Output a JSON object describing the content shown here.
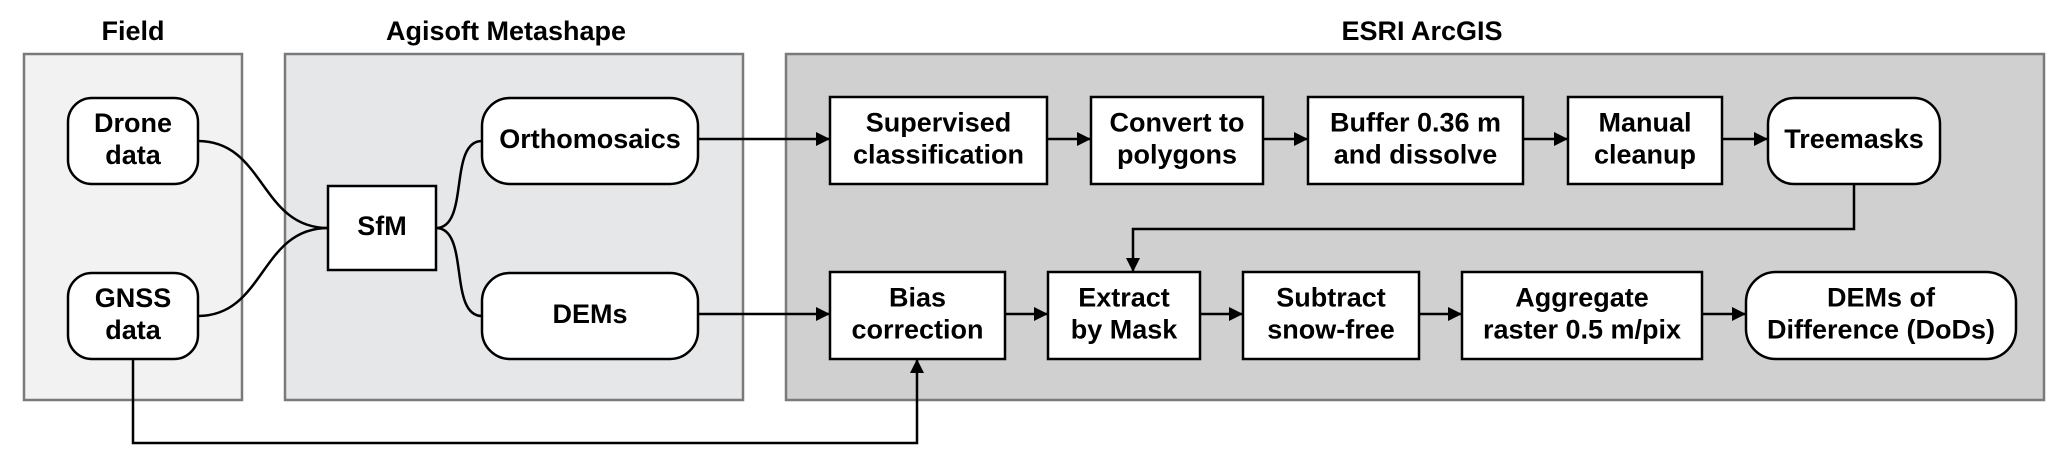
{
  "groups": [
    {
      "id": "field",
      "title": "Field",
      "fill": "#f2f2f2"
    },
    {
      "id": "metashape",
      "title": "Agisoft Metashape",
      "fill": "#e6e7e8"
    },
    {
      "id": "arcgis",
      "title": "ESRI ArcGIS",
      "fill": "#d0d0d0"
    }
  ],
  "nodes": [
    {
      "id": "drone-data",
      "lines": [
        "Drone",
        "data"
      ],
      "shape": "rounded"
    },
    {
      "id": "gnss-data",
      "lines": [
        "GNSS",
        "data"
      ],
      "shape": "rounded"
    },
    {
      "id": "sfm",
      "lines": [
        "SfM"
      ],
      "shape": "rect"
    },
    {
      "id": "orthomosaics",
      "lines": [
        "Orthomosaics"
      ],
      "shape": "rounded"
    },
    {
      "id": "dems",
      "lines": [
        "DEMs"
      ],
      "shape": "rounded"
    },
    {
      "id": "supervised-classification",
      "lines": [
        "Supervised",
        "classification"
      ],
      "shape": "rect"
    },
    {
      "id": "convert-to-polygons",
      "lines": [
        "Convert to",
        "polygons"
      ],
      "shape": "rect"
    },
    {
      "id": "buffer-dissolve",
      "lines": [
        "Buffer 0.36 m",
        "and dissolve"
      ],
      "shape": "rect"
    },
    {
      "id": "manual-cleanup",
      "lines": [
        "Manual",
        "cleanup"
      ],
      "shape": "rect"
    },
    {
      "id": "treemasks",
      "lines": [
        "Treemasks"
      ],
      "shape": "rounded"
    },
    {
      "id": "bias-correction",
      "lines": [
        "Bias",
        "correction"
      ],
      "shape": "rect"
    },
    {
      "id": "extract-by-mask",
      "lines": [
        "Extract",
        "by Mask"
      ],
      "shape": "rect"
    },
    {
      "id": "subtract-snow-free",
      "lines": [
        "Subtract",
        "snow-free"
      ],
      "shape": "rect"
    },
    {
      "id": "aggregate-raster",
      "lines": [
        "Aggregate",
        "raster 0.5 m/pix"
      ],
      "shape": "rect"
    },
    {
      "id": "dems-of-difference",
      "lines": [
        "DEMs of",
        "Difference (DoDs)"
      ],
      "shape": "rounded"
    }
  ],
  "edges": [
    {
      "from": "drone-data",
      "to": "sfm"
    },
    {
      "from": "gnss-data",
      "to": "sfm"
    },
    {
      "from": "sfm",
      "to": "orthomosaics"
    },
    {
      "from": "sfm",
      "to": "dems"
    },
    {
      "from": "orthomosaics",
      "to": "supervised-classification"
    },
    {
      "from": "supervised-classification",
      "to": "convert-to-polygons"
    },
    {
      "from": "convert-to-polygons",
      "to": "buffer-dissolve"
    },
    {
      "from": "buffer-dissolve",
      "to": "manual-cleanup"
    },
    {
      "from": "manual-cleanup",
      "to": "treemasks"
    },
    {
      "from": "treemasks",
      "to": "extract-by-mask"
    },
    {
      "from": "dems",
      "to": "bias-correction"
    },
    {
      "from": "gnss-data",
      "to": "bias-correction"
    },
    {
      "from": "bias-correction",
      "to": "extract-by-mask"
    },
    {
      "from": "extract-by-mask",
      "to": "subtract-snow-free"
    },
    {
      "from": "subtract-snow-free",
      "to": "aggregate-raster"
    },
    {
      "from": "aggregate-raster",
      "to": "dems-of-difference"
    }
  ]
}
